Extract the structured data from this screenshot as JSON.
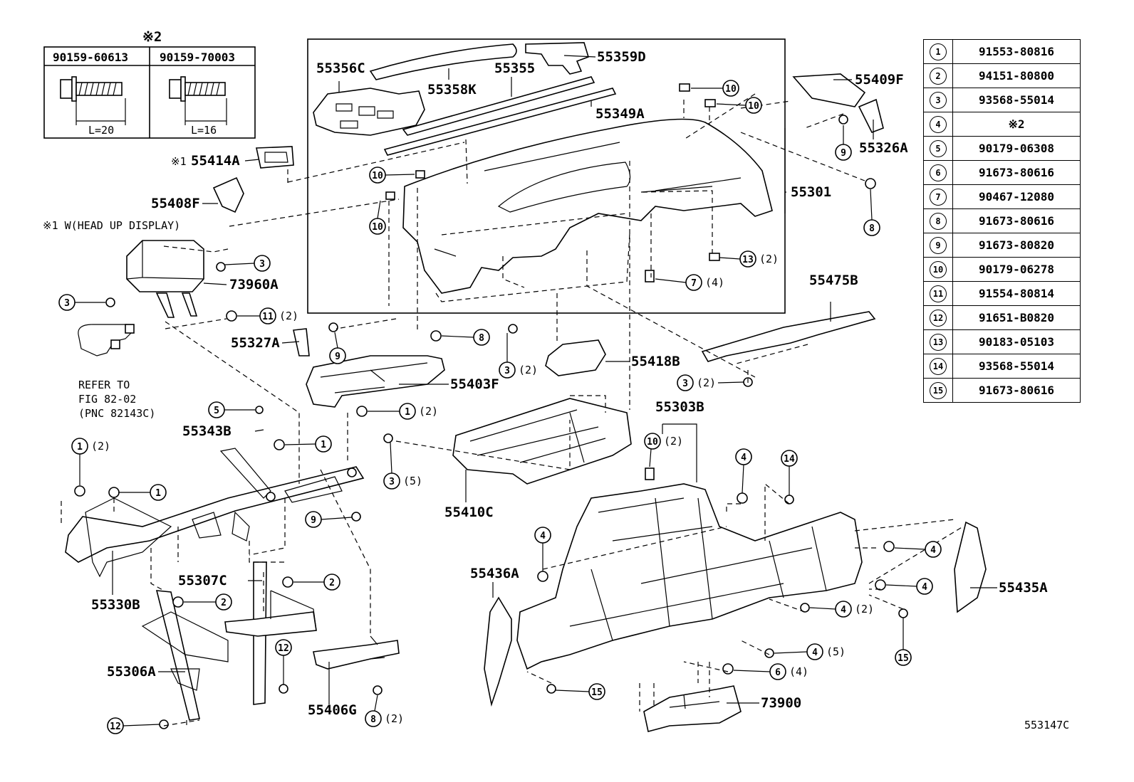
{
  "figure_code": "553147C",
  "note_mark_top": "※2",
  "bolt_table": {
    "columns": [
      "90159-60613",
      "90159-70003"
    ],
    "lengths": [
      "L=20",
      "L=16"
    ]
  },
  "head_up_note": "※1 W(HEAD UP DISPLAY)",
  "refer_note": [
    "REFER TO",
    "FIG 82-02",
    "(PNC 82143C)"
  ],
  "labels": {
    "p55356C": "55356C",
    "p55358K": "55358K",
    "p55355": "55355",
    "p55359D": "55359D",
    "p55349A": "55349A",
    "p55409F": "55409F",
    "p55326A": "55326A",
    "p55301": "55301",
    "p55414A_mark": "※1",
    "p55414A": "55414A",
    "p55408F": "55408F",
    "p73960A": "73960A",
    "p55327A": "55327A",
    "p55403F": "55403F",
    "p55418B": "55418B",
    "p55475B": "55475B",
    "p55303B": "55303B",
    "p55343B": "55343B",
    "p55410C": "55410C",
    "p55330B": "55330B",
    "p55307C": "55307C",
    "p55306A": "55306A",
    "p55406G": "55406G",
    "p55436A": "55436A",
    "p55435A": "55435A",
    "p73900": "73900"
  },
  "callouts": [
    {
      "id": "c1",
      "num": "1",
      "qty": "(2)"
    },
    {
      "id": "c2",
      "num": "1",
      "qty": ""
    },
    {
      "id": "c3",
      "num": "1",
      "qty": "(2)"
    },
    {
      "id": "c4",
      "num": "1",
      "qty": ""
    },
    {
      "id": "c5",
      "num": "2",
      "qty": ""
    },
    {
      "id": "c6",
      "num": "2",
      "qty": ""
    },
    {
      "id": "c7",
      "num": "3",
      "qty": ""
    },
    {
      "id": "c8",
      "num": "3",
      "qty": ""
    },
    {
      "id": "c9",
      "num": "3",
      "qty": "(2)"
    },
    {
      "id": "c10",
      "num": "3",
      "qty": "(5)"
    },
    {
      "id": "c11",
      "num": "3",
      "qty": "(2)"
    },
    {
      "id": "c12",
      "num": "4",
      "qty": ""
    },
    {
      "id": "c13",
      "num": "4",
      "qty": ""
    },
    {
      "id": "c14",
      "num": "4",
      "qty": ""
    },
    {
      "id": "c15",
      "num": "4",
      "qty": ""
    },
    {
      "id": "c16",
      "num": "4",
      "qty": "(2)"
    },
    {
      "id": "c17",
      "num": "4",
      "qty": "(5)"
    },
    {
      "id": "c18",
      "num": "5",
      "qty": ""
    },
    {
      "id": "c19",
      "num": "6",
      "qty": "(4)"
    },
    {
      "id": "c20",
      "num": "7",
      "qty": "(4)"
    },
    {
      "id": "c21",
      "num": "8",
      "qty": ""
    },
    {
      "id": "c22",
      "num": "8",
      "qty": ""
    },
    {
      "id": "c23",
      "num": "8",
      "qty": "(2)"
    },
    {
      "id": "c24",
      "num": "9",
      "qty": ""
    },
    {
      "id": "c25",
      "num": "9",
      "qty": ""
    },
    {
      "id": "c26",
      "num": "9",
      "qty": ""
    },
    {
      "id": "c27",
      "num": "10",
      "qty": ""
    },
    {
      "id": "c28",
      "num": "10",
      "qty": ""
    },
    {
      "id": "c29",
      "num": "10",
      "qty": ""
    },
    {
      "id": "c30",
      "num": "10",
      "qty": ""
    },
    {
      "id": "c31",
      "num": "10",
      "qty": "(2)"
    },
    {
      "id": "c32",
      "num": "11",
      "qty": "(2)"
    },
    {
      "id": "c33",
      "num": "12",
      "qty": ""
    },
    {
      "id": "c34",
      "num": "12",
      "qty": ""
    },
    {
      "id": "c35",
      "num": "13",
      "qty": "(2)"
    },
    {
      "id": "c36",
      "num": "14",
      "qty": ""
    },
    {
      "id": "c37",
      "num": "15",
      "qty": ""
    },
    {
      "id": "c38",
      "num": "15",
      "qty": ""
    }
  ],
  "parts_table": [
    {
      "num": "1",
      "part": "91553-80816"
    },
    {
      "num": "2",
      "part": "94151-80800"
    },
    {
      "num": "3",
      "part": "93568-55014"
    },
    {
      "num": "4",
      "part": "※2"
    },
    {
      "num": "5",
      "part": "90179-06308"
    },
    {
      "num": "6",
      "part": "91673-80616"
    },
    {
      "num": "7",
      "part": "90467-12080"
    },
    {
      "num": "8",
      "part": "91673-80616"
    },
    {
      "num": "9",
      "part": "91673-80820"
    },
    {
      "num": "10",
      "part": "90179-06278"
    },
    {
      "num": "11",
      "part": "91554-80814"
    },
    {
      "num": "12",
      "part": "91651-B0820"
    },
    {
      "num": "13",
      "part": "90183-05103"
    },
    {
      "num": "14",
      "part": "93568-55014"
    },
    {
      "num": "15",
      "part": "91673-80616"
    }
  ]
}
